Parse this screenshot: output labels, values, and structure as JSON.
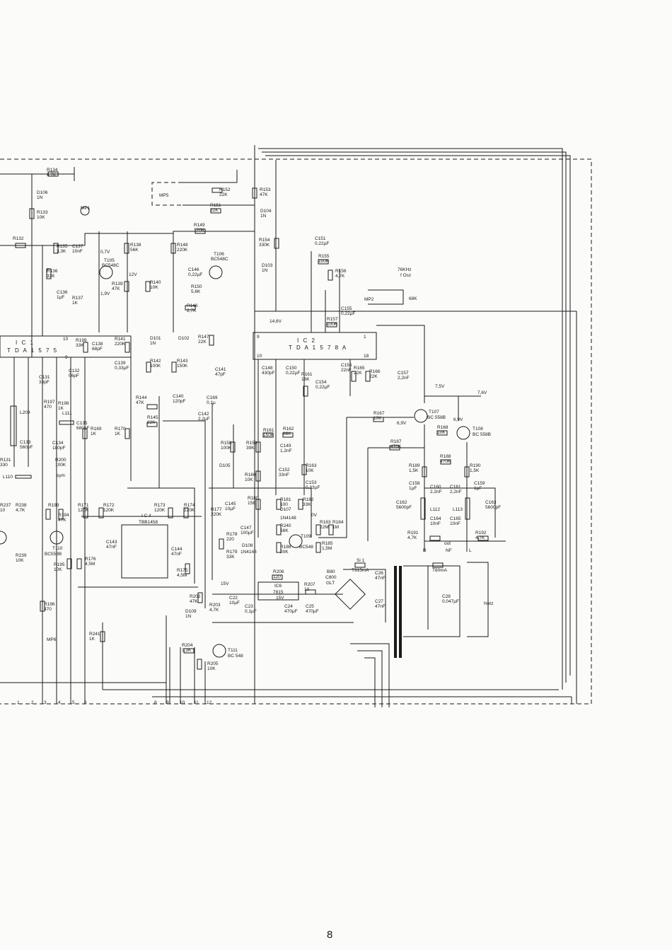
{
  "page_number": "8",
  "ics": [
    {
      "ref": "I C 1",
      "type": "T D A 1 5 7 5"
    },
    {
      "ref": "I C 2",
      "type": "T D A 1 5 7 8 A"
    },
    {
      "ref": "I C 4",
      "type": "TBB1458"
    },
    {
      "ref": "IC6",
      "type": "7815",
      "note": "15V"
    }
  ],
  "transistors": [
    {
      "ref": "T105",
      "type": "BC548C"
    },
    {
      "ref": "T106",
      "type": "BC548C"
    },
    {
      "ref": "T107",
      "type": "BC 558B"
    },
    {
      "ref": "T108",
      "type": "BC 558B"
    },
    {
      "ref": "T109",
      "type": "BC548"
    },
    {
      "ref": "T110",
      "type": "BC558B"
    },
    {
      "ref": "T111",
      "type": "BC 548"
    }
  ],
  "labels": {
    "osc": "76KHz",
    "osc_note": "f Osz",
    "mp2": "MP2",
    "mp5": "MP5",
    "mp6": "MP6",
    "mp1": "MP1",
    "netz": "Netz",
    "out": "out",
    "nf": "NF",
    "r_out": "R",
    "l_out": "L",
    "si1": "Si 1",
    "si1_val": "T315mA",
    "fuse2": "T80mA",
    "bridge": "B80",
    "bridge_val": "C800",
    "bridge_type": "GLT",
    "v146": "14,6V",
    "v75a": "7,5V",
    "v76": "7,6V",
    "v69a": "6,9V",
    "v69b": "6,9V",
    "v15": "15V",
    "v12": "12V",
    "v07": "0,7V",
    "v19": "1,9V",
    "v0": "0V",
    "sym": "sym",
    "r68k": "68K",
    "d_in4148_a": "1N4148",
    "d_in4148_b": "1N4148",
    "pin9": "9",
    "pin10": "10",
    "pin1": "1",
    "pin18": "18",
    "pin10b": "10",
    "pin9b": "9",
    "conn": [
      "1",
      "2",
      "3",
      "4",
      "5",
      "6",
      "8",
      "9",
      "10",
      "11",
      "12"
    ]
  },
  "components": [
    {
      "ref": "R134",
      "val": "4,7K"
    },
    {
      "ref": "D106",
      "val": "1N"
    },
    {
      "ref": "R133",
      "val": "10K"
    },
    {
      "ref": "R132",
      "val": ""
    },
    {
      "ref": "R135",
      "val": "3,3K"
    },
    {
      "ref": "C137",
      "val": "10nF"
    },
    {
      "ref": "R136",
      "val": "33K"
    },
    {
      "ref": "C136",
      "val": "1µF"
    },
    {
      "ref": "R137",
      "val": "1K"
    },
    {
      "ref": "R138",
      "val": "56K"
    },
    {
      "ref": "R139",
      "val": "47K"
    },
    {
      "ref": "R140",
      "val": "10K"
    },
    {
      "ref": "R148",
      "val": "220K"
    },
    {
      "ref": "R149",
      "val": "120K"
    },
    {
      "ref": "C146",
      "val": "0,22µF"
    },
    {
      "ref": "R150",
      "val": "5,6K"
    },
    {
      "ref": "R152",
      "val": "22K"
    },
    {
      "ref": "R151",
      "val": "22K"
    },
    {
      "ref": "R153",
      "val": "47K"
    },
    {
      "ref": "D104",
      "val": "1N"
    },
    {
      "ref": "R154",
      "val": "330K"
    },
    {
      "ref": "D103",
      "val": "1N"
    },
    {
      "ref": "C151",
      "val": "0,22µF"
    },
    {
      "ref": "R155",
      "val": "100K"
    },
    {
      "ref": "R156",
      "val": "4,7K"
    },
    {
      "ref": "R146",
      "val": "2,7K"
    },
    {
      "ref": "C155",
      "val": "0,22µF"
    },
    {
      "ref": "R157",
      "val": "100K"
    },
    {
      "ref": "R199",
      "val": "33K"
    },
    {
      "ref": "C138",
      "val": "68pF"
    },
    {
      "ref": "R141",
      "val": "220K"
    },
    {
      "ref": "C139",
      "val": "0,33µF"
    },
    {
      "ref": "D101",
      "val": "1N"
    },
    {
      "ref": "D102",
      "val": ""
    },
    {
      "ref": "R142",
      "val": "100K"
    },
    {
      "ref": "R143",
      "val": "150K"
    },
    {
      "ref": "R147",
      "val": "22K"
    },
    {
      "ref": "C141",
      "val": "47pF"
    },
    {
      "ref": "C131",
      "val": "33pF"
    },
    {
      "ref": "C132",
      "val": "56pF"
    },
    {
      "ref": "R197",
      "val": "470"
    },
    {
      "ref": "R198",
      "val": "1K"
    },
    {
      "ref": "L209",
      "val": ""
    },
    {
      "ref": "L111",
      "val": ""
    },
    {
      "ref": "C134",
      "val": "180pF"
    },
    {
      "ref": "C135",
      "val": "680pF"
    },
    {
      "ref": "C133",
      "val": "560pF"
    },
    {
      "ref": "R131",
      "val": "330"
    },
    {
      "ref": "L110",
      "val": ""
    },
    {
      "ref": "R200",
      "val": "100K"
    },
    {
      "ref": "R169",
      "val": "1K"
    },
    {
      "ref": "R170",
      "val": "1K"
    },
    {
      "ref": "R144",
      "val": "47K"
    },
    {
      "ref": "R145",
      "val": "22K"
    },
    {
      "ref": "C140",
      "val": "120pF"
    },
    {
      "ref": "C169",
      "val": "0,1µ"
    },
    {
      "ref": "C142",
      "val": "2,2µF"
    },
    {
      "ref": "C148",
      "val": "430pF"
    },
    {
      "ref": "C150",
      "val": "0,22µF"
    },
    {
      "ref": "R161",
      "val": "18K"
    },
    {
      "ref": "C154",
      "val": "0,22µF"
    },
    {
      "ref": "C156",
      "val": "22nF"
    },
    {
      "ref": "R165",
      "val": "22K"
    },
    {
      "ref": "R166",
      "val": "22K"
    },
    {
      "ref": "C157",
      "val": "2,2nF"
    },
    {
      "ref": "R167",
      "val": "10K"
    },
    {
      "ref": "R168",
      "val": "10K"
    },
    {
      "ref": "R187",
      "val": "470K"
    },
    {
      "ref": "R188",
      "val": "470K"
    },
    {
      "ref": "R189",
      "val": "1,5K"
    },
    {
      "ref": "R190",
      "val": "1,5K"
    },
    {
      "ref": "C158",
      "val": "1µF"
    },
    {
      "ref": "C159",
      "val": "1µF"
    },
    {
      "ref": "C160",
      "val": "2,2nF"
    },
    {
      "ref": "C161",
      "val": "2,2nF"
    },
    {
      "ref": "C162",
      "val": "5600pF"
    },
    {
      "ref": "C163",
      "val": "5600pF"
    },
    {
      "ref": "L112",
      "val": ""
    },
    {
      "ref": "L113",
      "val": ""
    },
    {
      "ref": "C164",
      "val": "10nF"
    },
    {
      "ref": "C165",
      "val": "10nF"
    },
    {
      "ref": "R191",
      "val": "4,7K"
    },
    {
      "ref": "R192",
      "val": "4,7K"
    },
    {
      "ref": "R158",
      "val": "100K"
    },
    {
      "ref": "R159",
      "val": "39K"
    },
    {
      "ref": "R161b",
      "val": "150K"
    },
    {
      "ref": "R162",
      "val": "68K"
    },
    {
      "ref": "C149",
      "val": "1,2nF"
    },
    {
      "ref": "D105",
      "val": ""
    },
    {
      "ref": "R160",
      "val": "10K"
    },
    {
      "ref": "C152",
      "val": "33nF"
    },
    {
      "ref": "R163",
      "val": "10K"
    },
    {
      "ref": "C153",
      "val": "0,33µF"
    },
    {
      "ref": "R180",
      "val": "15K"
    },
    {
      "ref": "R181",
      "val": "100"
    },
    {
      "ref": "D107",
      "val": ""
    },
    {
      "ref": "R182",
      "val": "33K"
    },
    {
      "ref": "R240",
      "val": "68K"
    },
    {
      "ref": "R183",
      "val": "22M"
    },
    {
      "ref": "R184",
      "val": "1M"
    },
    {
      "ref": "R185",
      "val": "1,5M"
    },
    {
      "ref": "R186",
      "val": "20K"
    },
    {
      "ref": "C145",
      "val": "10µF"
    },
    {
      "ref": "C147",
      "val": "100µF"
    },
    {
      "ref": "R177",
      "val": "220K"
    },
    {
      "ref": "R178",
      "val": "220"
    },
    {
      "ref": "R179",
      "val": "33K"
    },
    {
      "ref": "D108",
      "val": ""
    },
    {
      "ref": "R193",
      "val": ""
    },
    {
      "ref": "R194",
      "val": "47K"
    },
    {
      "ref": "R171",
      "val": "120K"
    },
    {
      "ref": "R172",
      "val": "120K"
    },
    {
      "ref": "R173",
      "val": "120K"
    },
    {
      "ref": "R174",
      "val": "120K"
    },
    {
      "ref": "C143",
      "val": "47nF"
    },
    {
      "ref": "C144",
      "val": "47nF"
    },
    {
      "ref": "R175",
      "val": "4,5M"
    },
    {
      "ref": "R176",
      "val": "4,5M"
    },
    {
      "ref": "R195",
      "val": "10K"
    },
    {
      "ref": "R237",
      "val": "10"
    },
    {
      "ref": "R238",
      "val": "4,7K"
    },
    {
      "ref": "R239",
      "val": "10K"
    },
    {
      "ref": "R196",
      "val": "470"
    },
    {
      "ref": "R241",
      "val": "1K"
    },
    {
      "ref": "R206",
      "val": "120"
    },
    {
      "ref": "R207",
      "val": "10"
    },
    {
      "ref": "C22",
      "val": "10µF"
    },
    {
      "ref": "C23",
      "val": "0,1µF"
    },
    {
      "ref": "C24",
      "val": "470µF"
    },
    {
      "ref": "C25",
      "val": "470µF"
    },
    {
      "ref": "C26",
      "val": "47nF"
    },
    {
      "ref": "C27",
      "val": "47nF"
    },
    {
      "ref": "C28",
      "val": "0,047µF"
    },
    {
      "ref": "R202",
      "val": "47K"
    },
    {
      "ref": "R203",
      "val": "4,7K"
    },
    {
      "ref": "D109",
      "val": "1N"
    },
    {
      "ref": "R204",
      "val": "3,3K"
    },
    {
      "ref": "R205",
      "val": "10K"
    }
  ]
}
